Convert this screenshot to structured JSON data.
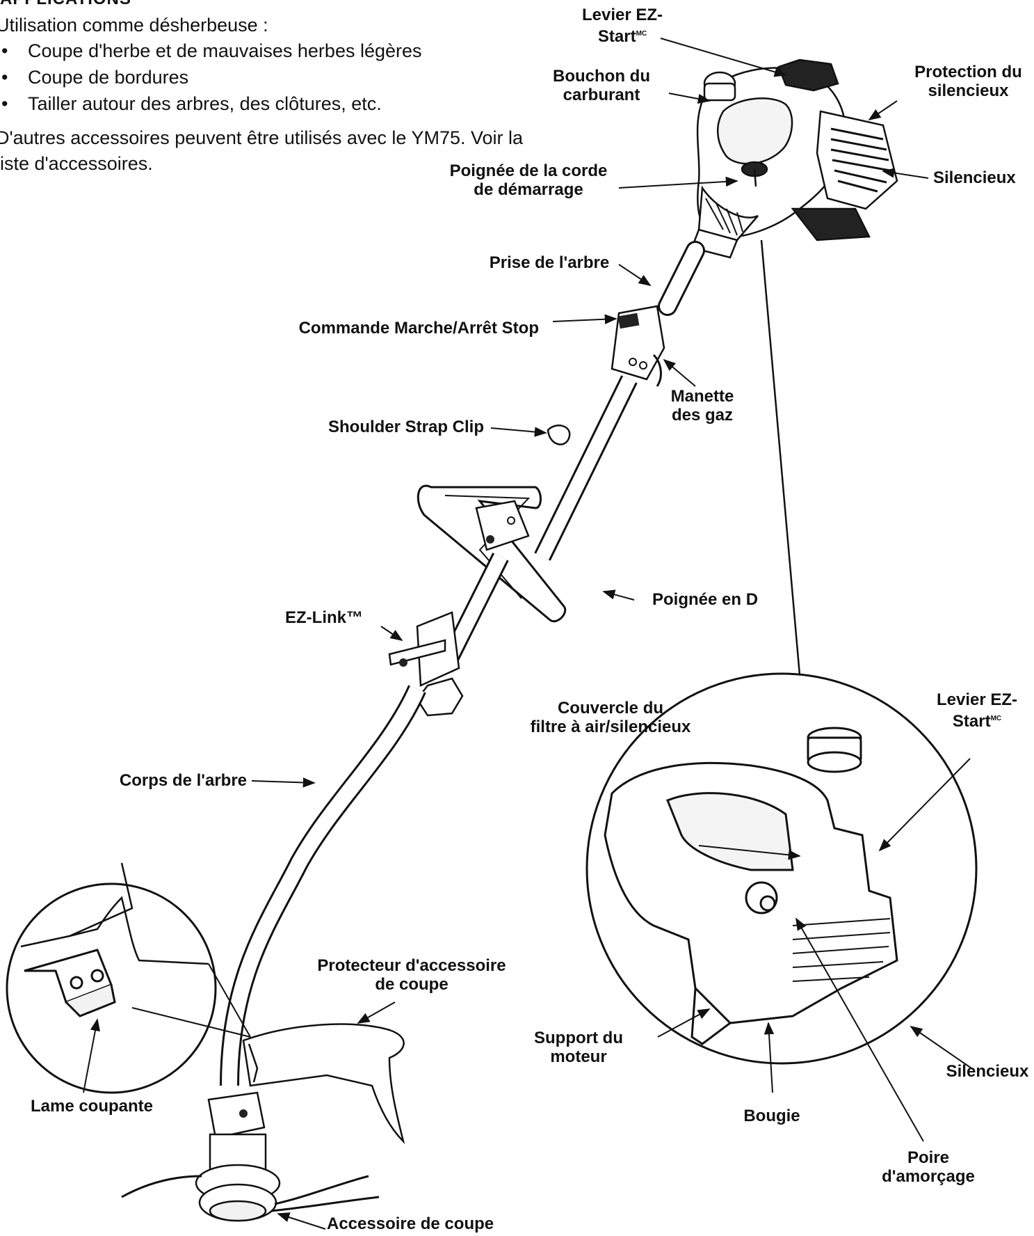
{
  "intro": {
    "heading": "APPLICATIONS",
    "lead": "Utilisation comme désherbeuse  :",
    "bullet_glyph": "•",
    "bullets": [
      "Coupe d'herbe et de mauvaises herbes légères",
      "Coupe de bordures",
      "Tailler autour des arbres, des clôtures, etc."
    ],
    "note": "D'autres accessoires peuvent être utilisés avec le YM75. Voir la liste d'accessoires."
  },
  "labels": {
    "levier_top": "Levier EZ-\nStart",
    "mc": "MC",
    "bouchon": "Bouchon du\ncarburant",
    "protection": "Protection du\nsilencieux",
    "poignee_corde": "Poignée de la corde\nde démarrage",
    "silencieux_top": "Silencieux",
    "prise_arbre": "Prise de l'arbre",
    "commande": "Commande Marche/Arrêt Stop",
    "manette": "Manette\ndes gaz",
    "shoulder": "Shoulder Strap Clip",
    "poignee_d": "Poignée en D",
    "ezlink": "EZ-Link™",
    "couvercle": "Couvercle du\nfiltre à air/silencieux",
    "levier_detail": "Levier EZ-\nStart",
    "corps": "Corps de l'arbre",
    "protecteur": "Protecteur d'accessoire\nde coupe",
    "lame": "Lame coupante",
    "support": "Support du\nmoteur",
    "silencieux_detail": "Silencieux",
    "bougie": "Bougie",
    "poire": "Poire\nd'amorçage",
    "accessoire": "Accessoire de coupe"
  }
}
